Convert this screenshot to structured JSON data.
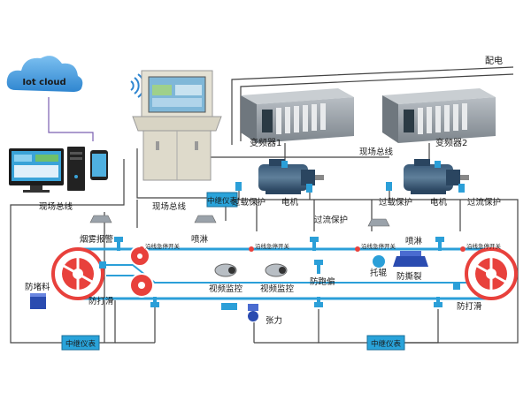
{
  "cloud": {
    "label": "Iot cloud"
  },
  "labels": {
    "power": "配电",
    "field_bus_right": "现场总线",
    "field_bus_left1": "现场总线",
    "field_bus_left2": "现场总线",
    "inverter1": "变频器1",
    "inverter2": "变频器2",
    "relay_top": "中继仪表",
    "relay_bl": "中继仪表",
    "relay_br": "中继仪表",
    "overload1": "过载保护",
    "motor1": "电机",
    "overcurrent1": "过流保护",
    "overload2": "过载保护",
    "motor2": "电机",
    "overcurrent2": "过流保护",
    "smoke_alarm": "烟雾报警",
    "spray1": "喷淋",
    "spray2": "喷淋",
    "pull_switch1": "沿线急停开关",
    "pull_switch2": "沿线急停开关",
    "pull_switch3": "沿线急停开关",
    "pull_switch4": "沿线急停开关",
    "video1": "视频监控",
    "video2": "视频监控",
    "anti_dev": "防跑偏",
    "idler": "托辊",
    "anti_tear": "防撕裂",
    "anti_pile": "防堵料",
    "anti_slip1": "防打滑",
    "anti_slip2": "防打滑",
    "tension": "张力"
  },
  "colors": {
    "belt": "#2b9fd8",
    "wire": "#444444",
    "relay_fill": "#29a3da",
    "pulley": "#e8413c",
    "cloud": "#4aa0e0"
  }
}
